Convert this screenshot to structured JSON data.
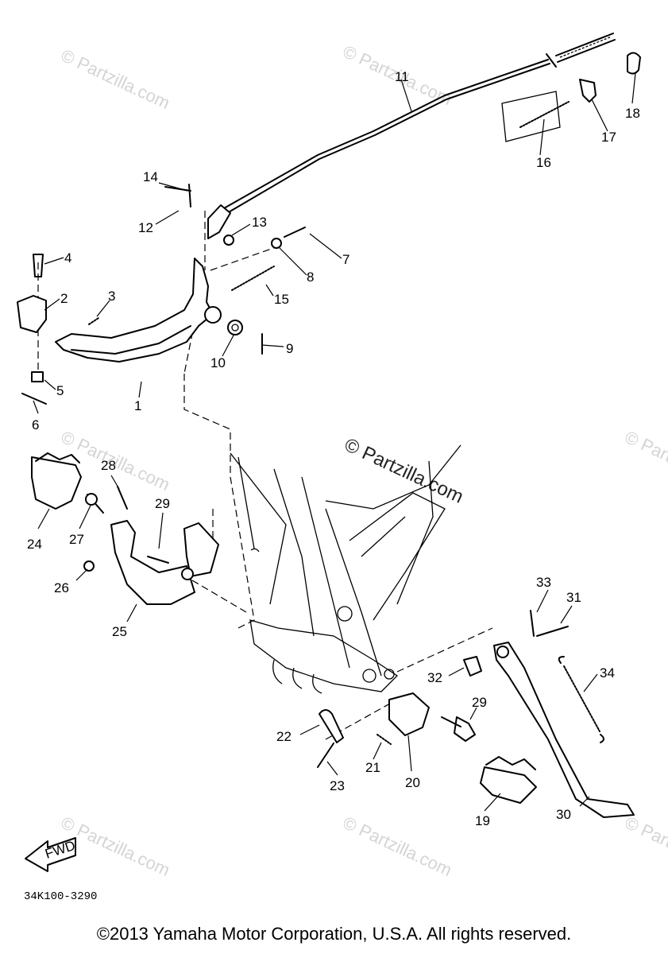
{
  "watermark": "© Partzilla.com",
  "diagram_code": "34K100-3290",
  "fwd_label": "FWD",
  "copyright": "©2013 Yamaha Motor Corporation, U.S.A. All rights reserved.",
  "callouts": [
    "1",
    "2",
    "3",
    "4",
    "5",
    "6",
    "7",
    "8",
    "9",
    "10",
    "11",
    "12",
    "13",
    "14",
    "15",
    "16",
    "17",
    "18",
    "19",
    "20",
    "21",
    "22",
    "23",
    "24",
    "25",
    "26",
    "27",
    "28",
    "29",
    "29",
    "30",
    "31",
    "32",
    "33",
    "34"
  ]
}
